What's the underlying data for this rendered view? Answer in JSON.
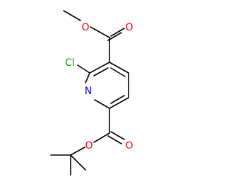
{
  "molecule": {
    "atoms": {
      "cl": "Cl",
      "n": "N",
      "o_methyl_ester": "O",
      "o_methyl_carbonyl": "O",
      "o_tbu_ester": "O",
      "o_tbu_carbonyl": "O"
    },
    "colors": {
      "bond": "#000000",
      "carbon": "#000000",
      "oxygen": "#ff0000",
      "nitrogen": "#0000ff",
      "chlorine": "#00a000"
    }
  }
}
